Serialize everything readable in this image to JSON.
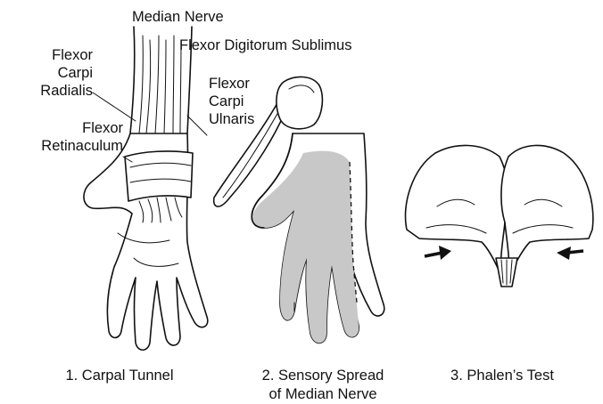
{
  "labels": {
    "median_nerve": "Median Nerve",
    "flexor_digitorum_sublimus": "Flexor Digitorum Sublimus",
    "flexor_carpi_radialis": [
      "Flexor",
      "Carpi",
      "Radialis"
    ],
    "flexor_carpi_ulnaris": [
      "Flexor",
      "Carpi",
      "Ulnaris"
    ],
    "flexor_retinaculum": [
      "Flexor",
      "Retinaculum"
    ]
  },
  "captions": {
    "carpal_tunnel": [
      "1. Carpal Tunnel"
    ],
    "sensory_spread": [
      "2. Sensory Spread",
      "of Median Nerve"
    ],
    "phalens_test": [
      "3. Phalen’s Test"
    ]
  },
  "colors": {
    "line": "#111111",
    "sensory_shading": "#c8c8c8",
    "background": "#ffffff"
  }
}
